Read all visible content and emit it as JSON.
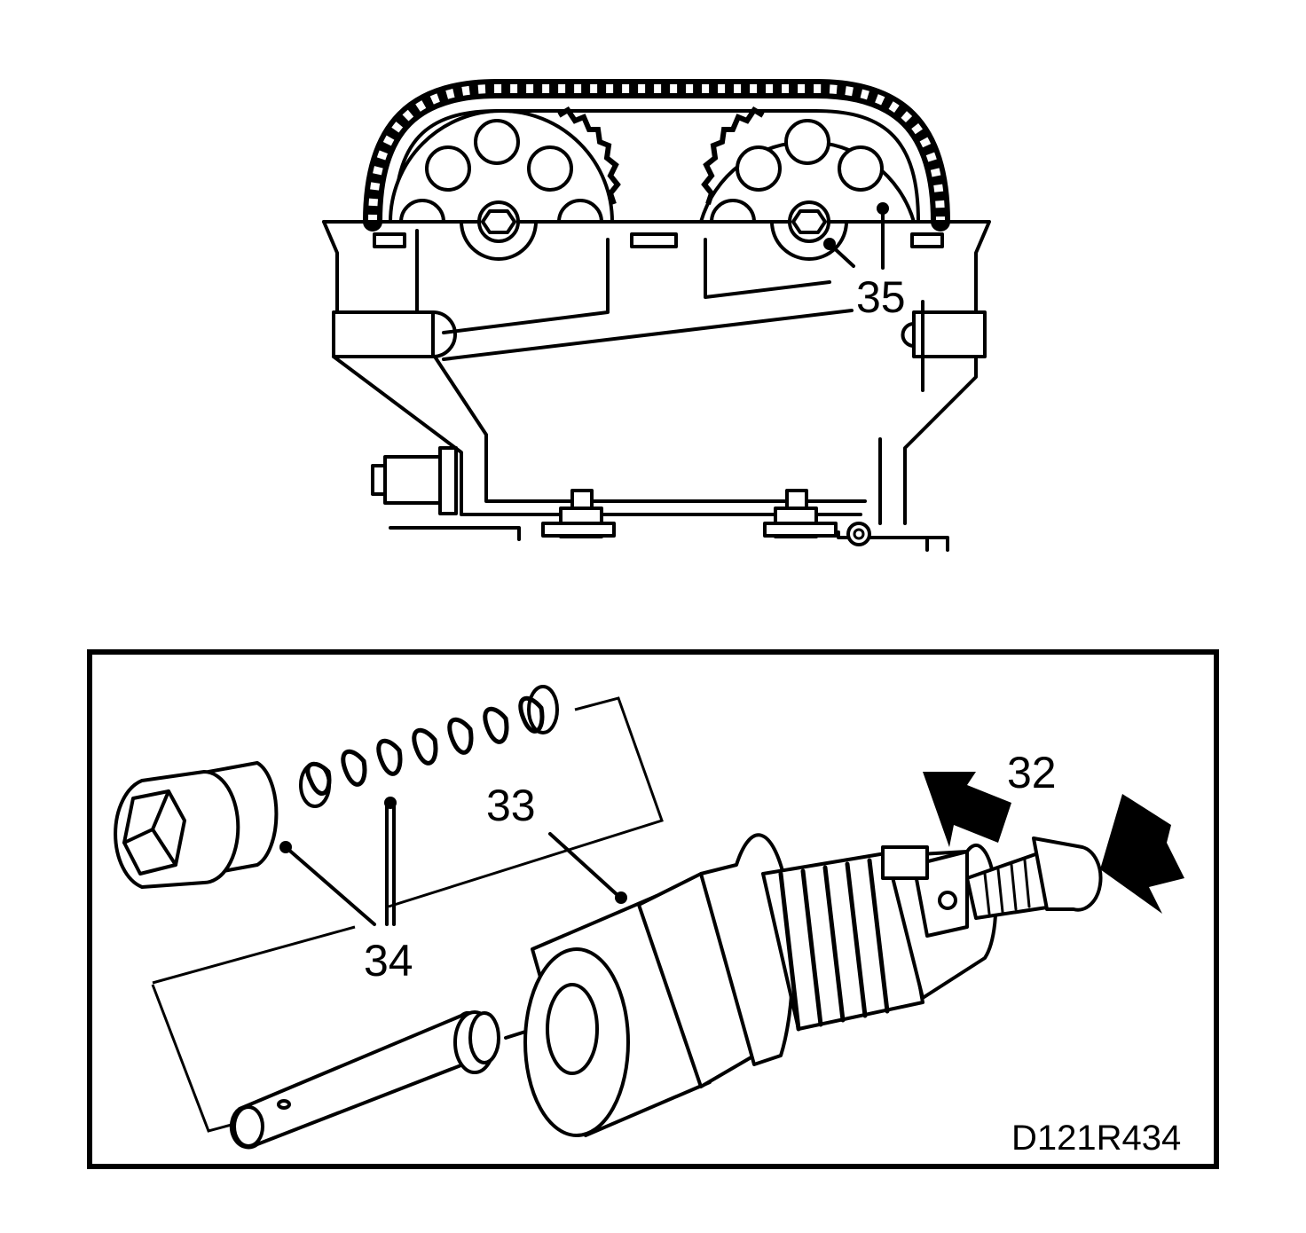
{
  "labels": {
    "c35": "35",
    "c32": "32",
    "c33": "33",
    "c34": "34",
    "code": "D121R434"
  }
}
